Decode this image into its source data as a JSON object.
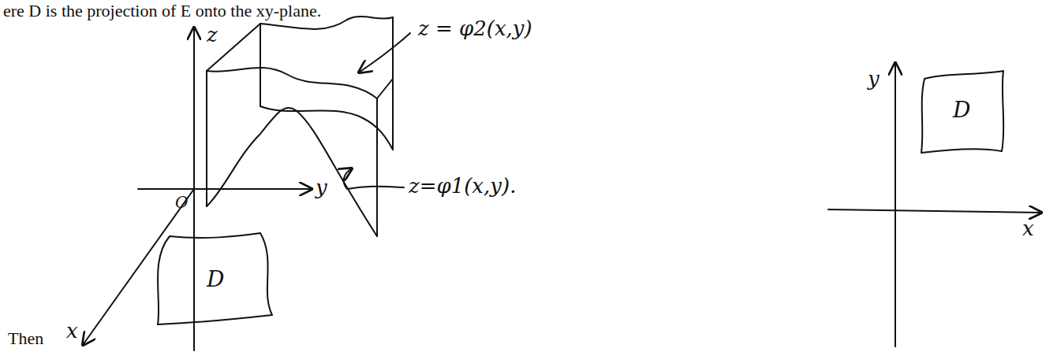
{
  "diagram": {
    "labels": [
      "ere D is the projection of E onto the xy-plane.",
      "z",
      "z = φ2(x,y)",
      "z=φ1(x,y).",
      "y",
      "O",
      "x",
      "D",
      "y",
      "x",
      "D",
      "Then"
    ]
  }
}
